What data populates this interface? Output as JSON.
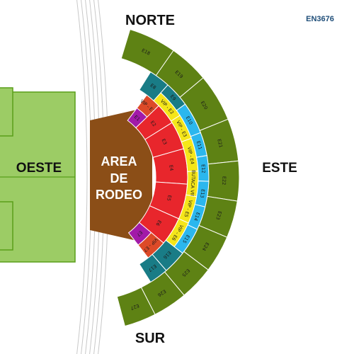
{
  "map_code": "EN3676",
  "directions": {
    "north": "NORTE",
    "south": "SUR",
    "west": "OESTE",
    "east": "ESTE"
  },
  "arena": {
    "line1": "AREA",
    "line2": "DE",
    "line3": "RODEO"
  },
  "colors": {
    "purple": "#a21aa8",
    "orange": "#dd4a28",
    "red": "#e8262c",
    "yellow": "#f5e61a",
    "sky": "#2bb7ee",
    "teal": "#197c86",
    "green": "#5e8214",
    "field": "#9ccc65",
    "arena": "#8b4e17"
  },
  "sections": [
    {
      "id": "E1",
      "label": "E1",
      "color": "purple"
    },
    {
      "id": "VIP-E1",
      "label": "VIP - E1",
      "color": "orange"
    },
    {
      "id": "E8",
      "label": "E8",
      "color": "teal"
    },
    {
      "id": "E18",
      "label": "E18",
      "color": "green"
    },
    {
      "id": "E2",
      "label": "E2",
      "color": "red"
    },
    {
      "id": "VIP-E2",
      "label": "VIP - E2",
      "color": "yellow"
    },
    {
      "id": "E9",
      "label": "E9",
      "color": "teal"
    },
    {
      "id": "E19",
      "label": "E19",
      "color": "green"
    },
    {
      "id": "E3",
      "label": "E3",
      "color": "red"
    },
    {
      "id": "VIP-E3",
      "label": "VIP - E3",
      "color": "yellow"
    },
    {
      "id": "E10",
      "label": "E10",
      "color": "sky"
    },
    {
      "id": "E20",
      "label": "E20",
      "color": "green"
    },
    {
      "id": "E4",
      "label": "E4",
      "color": "red"
    },
    {
      "id": "VIP-E4",
      "label": "VIP - E4",
      "color": "yellow"
    },
    {
      "id": "E11",
      "label": "E11",
      "color": "sky"
    },
    {
      "id": "E21",
      "label": "E21",
      "color": "green"
    },
    {
      "id": "BUTACA-VIP",
      "label": "BUTACA VIP",
      "color": "yellow"
    },
    {
      "id": "E12",
      "label": "E12",
      "color": "sky"
    },
    {
      "id": "E22",
      "label": "E22",
      "color": "green"
    },
    {
      "id": "E13",
      "label": "E13",
      "color": "sky"
    },
    {
      "id": "E23",
      "label": "E23",
      "color": "green"
    },
    {
      "id": "E5",
      "label": "E5",
      "color": "red"
    },
    {
      "id": "VIP-E5",
      "label": "VIP - E5",
      "color": "yellow"
    },
    {
      "id": "E14",
      "label": "E14",
      "color": "sky"
    },
    {
      "id": "E24",
      "label": "E24",
      "color": "green"
    },
    {
      "id": "E6",
      "label": "E6",
      "color": "red"
    },
    {
      "id": "VIP-E6",
      "label": "VIP - E6",
      "color": "yellow"
    },
    {
      "id": "E15",
      "label": "E15",
      "color": "sky"
    },
    {
      "id": "E25",
      "label": "E25",
      "color": "green"
    },
    {
      "id": "E7",
      "label": "E7",
      "color": "purple"
    },
    {
      "id": "VIP-E7",
      "label": "VIP - E7",
      "color": "orange"
    },
    {
      "id": "E16",
      "label": "E16",
      "color": "teal"
    },
    {
      "id": "E26",
      "label": "E26",
      "color": "green"
    },
    {
      "id": "E17",
      "label": "E17",
      "color": "teal"
    },
    {
      "id": "E27",
      "label": "E27",
      "color": "green"
    }
  ]
}
